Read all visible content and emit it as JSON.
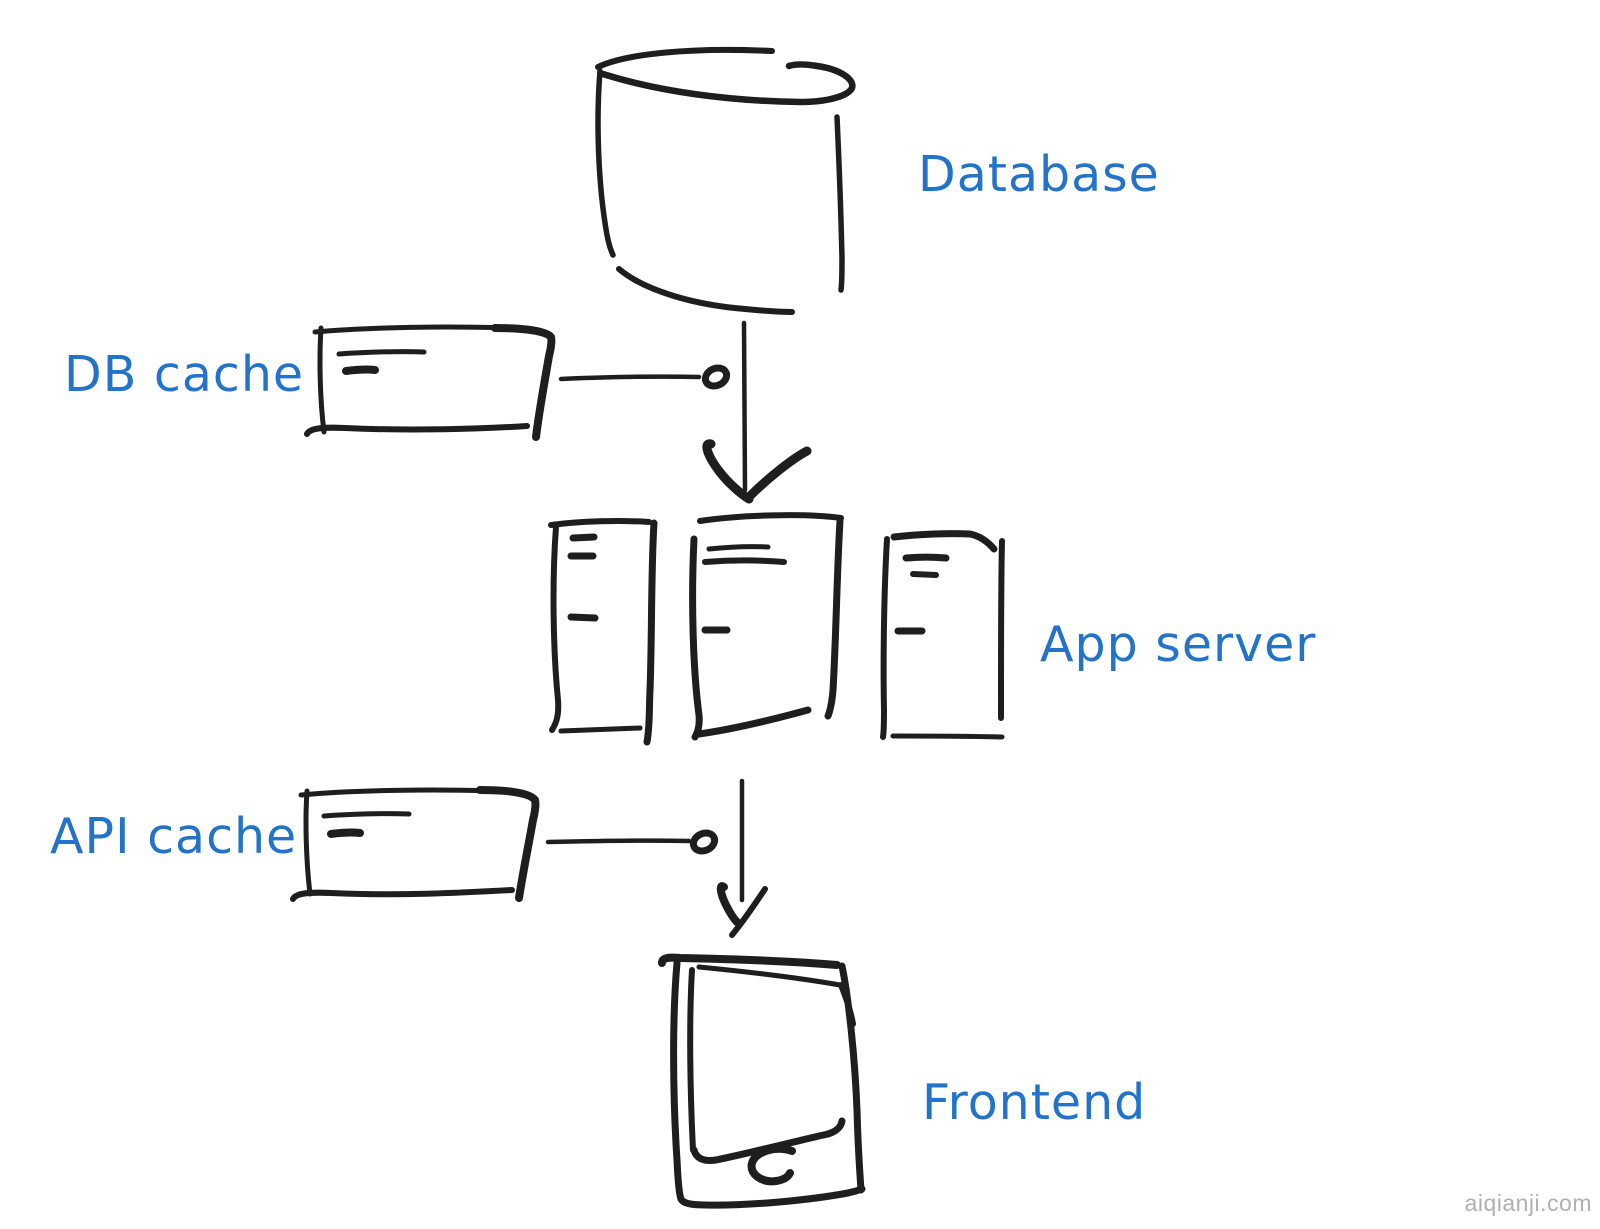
{
  "diagram": {
    "type": "flow",
    "direction": "top-down",
    "nodes": [
      {
        "id": "database",
        "label": "Database",
        "shape": "cylinder"
      },
      {
        "id": "db_cache",
        "label": "DB cache",
        "shape": "card"
      },
      {
        "id": "app_server",
        "label": "App server",
        "shape": "server-rack-group-of-3"
      },
      {
        "id": "api_cache",
        "label": "API cache",
        "shape": "card"
      },
      {
        "id": "frontend",
        "label": "Frontend",
        "shape": "mobile-device"
      }
    ],
    "edges": [
      {
        "from": "database",
        "to": "app_server",
        "style": "arrow-down"
      },
      {
        "from": "db_cache",
        "to": "database_app_server_arrow",
        "style": "line-with-circle-end"
      },
      {
        "from": "app_server",
        "to": "frontend",
        "style": "arrow-down"
      },
      {
        "from": "api_cache",
        "to": "app_server_frontend_arrow",
        "style": "line-with-circle-end"
      }
    ]
  },
  "labels": {
    "database": "Database",
    "db_cache": "DB cache",
    "app_server": "App server",
    "api_cache": "API cache",
    "frontend": "Frontend"
  },
  "watermark": "aiqianji.com",
  "colors": {
    "label": "#2273c9",
    "stroke": "#1e1e1e",
    "watermark": "#b0b0b0",
    "background": "#ffffff"
  }
}
